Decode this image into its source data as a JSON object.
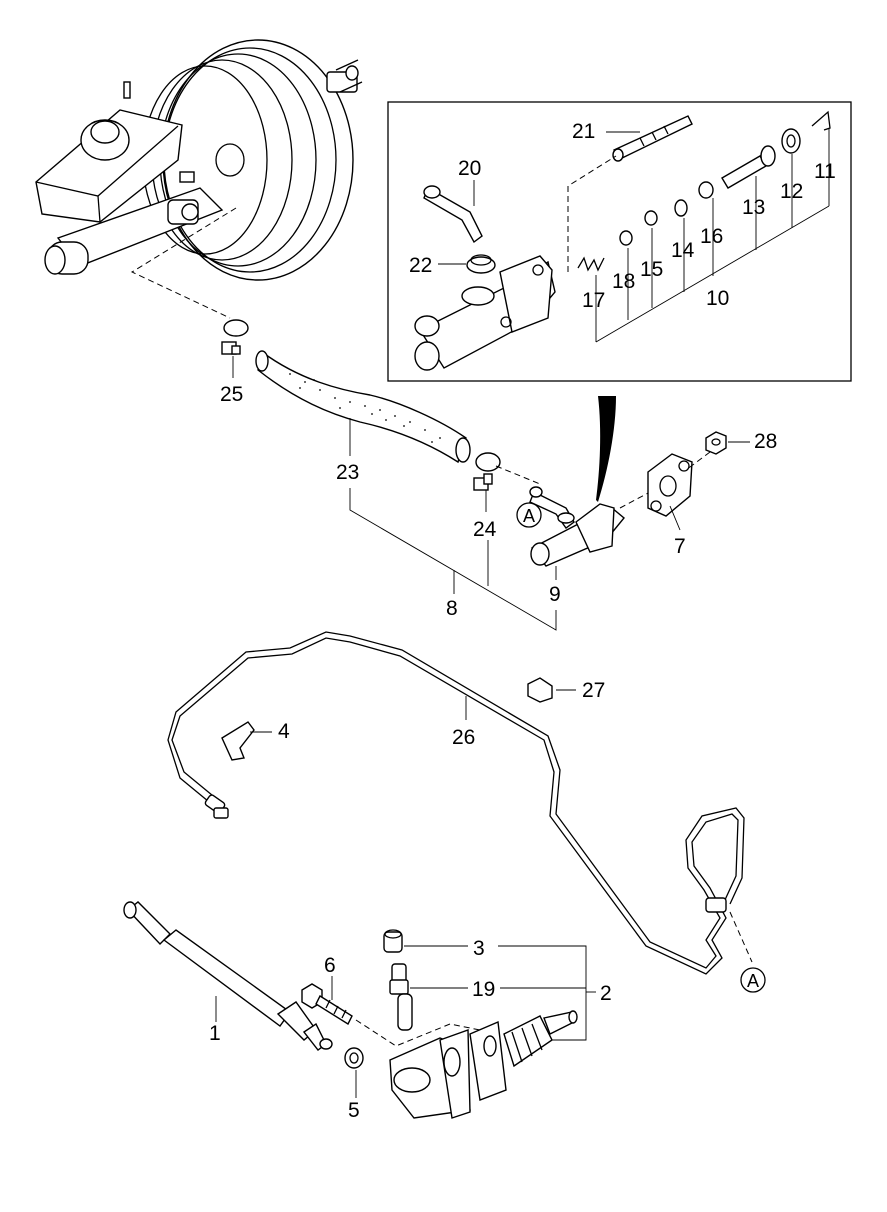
{
  "diagram": {
    "callouts": [
      {
        "id": "c1",
        "text": "1"
      },
      {
        "id": "c2",
        "text": "2"
      },
      {
        "id": "c3",
        "text": "3"
      },
      {
        "id": "c4",
        "text": "4"
      },
      {
        "id": "c5",
        "text": "5"
      },
      {
        "id": "c6",
        "text": "6"
      },
      {
        "id": "c7",
        "text": "7"
      },
      {
        "id": "c8",
        "text": "8"
      },
      {
        "id": "c9",
        "text": "9"
      },
      {
        "id": "c10",
        "text": "10"
      },
      {
        "id": "c11",
        "text": "11"
      },
      {
        "id": "c12",
        "text": "12"
      },
      {
        "id": "c13",
        "text": "13"
      },
      {
        "id": "c14",
        "text": "14"
      },
      {
        "id": "c15",
        "text": "15"
      },
      {
        "id": "c16",
        "text": "16"
      },
      {
        "id": "c17",
        "text": "17"
      },
      {
        "id": "c18",
        "text": "18"
      },
      {
        "id": "c19",
        "text": "19"
      },
      {
        "id": "c20",
        "text": "20"
      },
      {
        "id": "c21",
        "text": "21"
      },
      {
        "id": "c22",
        "text": "22"
      },
      {
        "id": "c23",
        "text": "23"
      },
      {
        "id": "c24",
        "text": "24"
      },
      {
        "id": "c25",
        "text": "25"
      },
      {
        "id": "c26",
        "text": "26"
      },
      {
        "id": "c27",
        "text": "27"
      },
      {
        "id": "c28",
        "text": "28"
      }
    ],
    "refs": [
      {
        "id": "refA1",
        "text": "A"
      },
      {
        "id": "refA2",
        "text": "A"
      }
    ]
  }
}
